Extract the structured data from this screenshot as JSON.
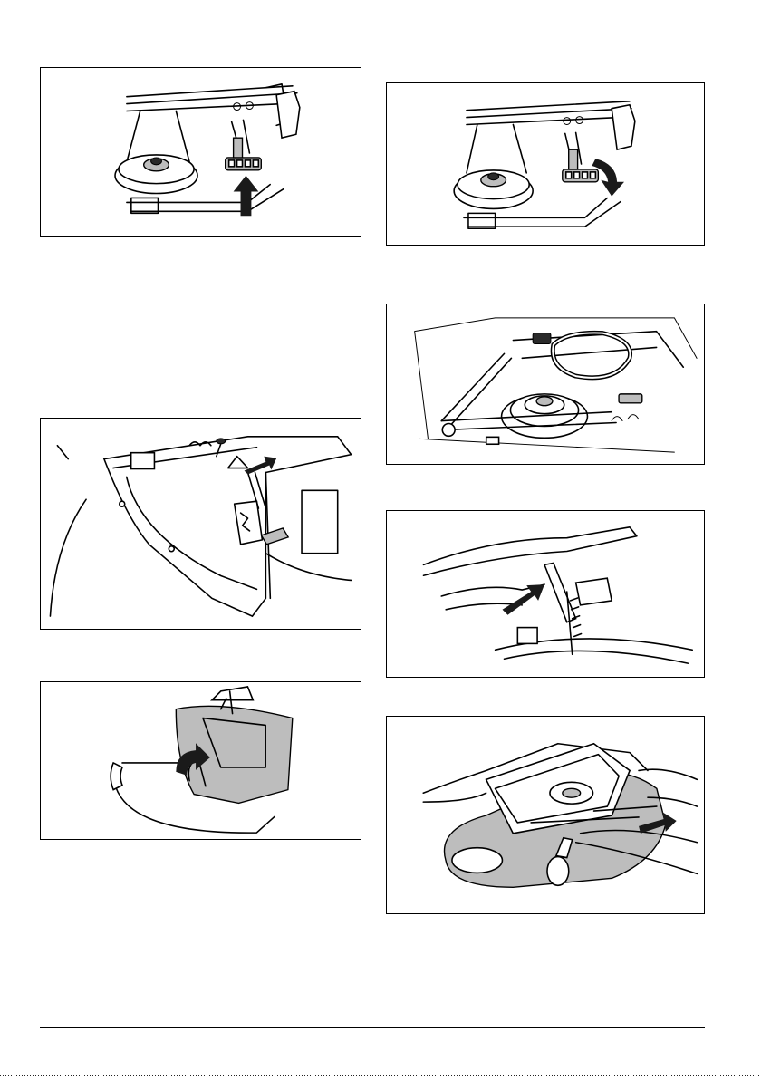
{
  "page": {
    "figures": [
      {
        "id": "fig-1",
        "icon": "arrow-up-icon"
      },
      {
        "id": "fig-2",
        "icon": "arrow-down-right-icon"
      },
      {
        "id": "fig-3",
        "icon": "drive-belt-icon"
      },
      {
        "id": "fig-4",
        "icon": "arrow-left-icon"
      },
      {
        "id": "fig-5",
        "icon": "arrow-up-right-icon"
      },
      {
        "id": "fig-6",
        "icon": "rotate-arrow-icon"
      },
      {
        "id": "fig-7",
        "icon": "arrow-right-icon"
      }
    ],
    "colors": {
      "line": "#000000",
      "fill_gray": "#bdbdbd",
      "arrow": "#1a1a1a"
    }
  }
}
